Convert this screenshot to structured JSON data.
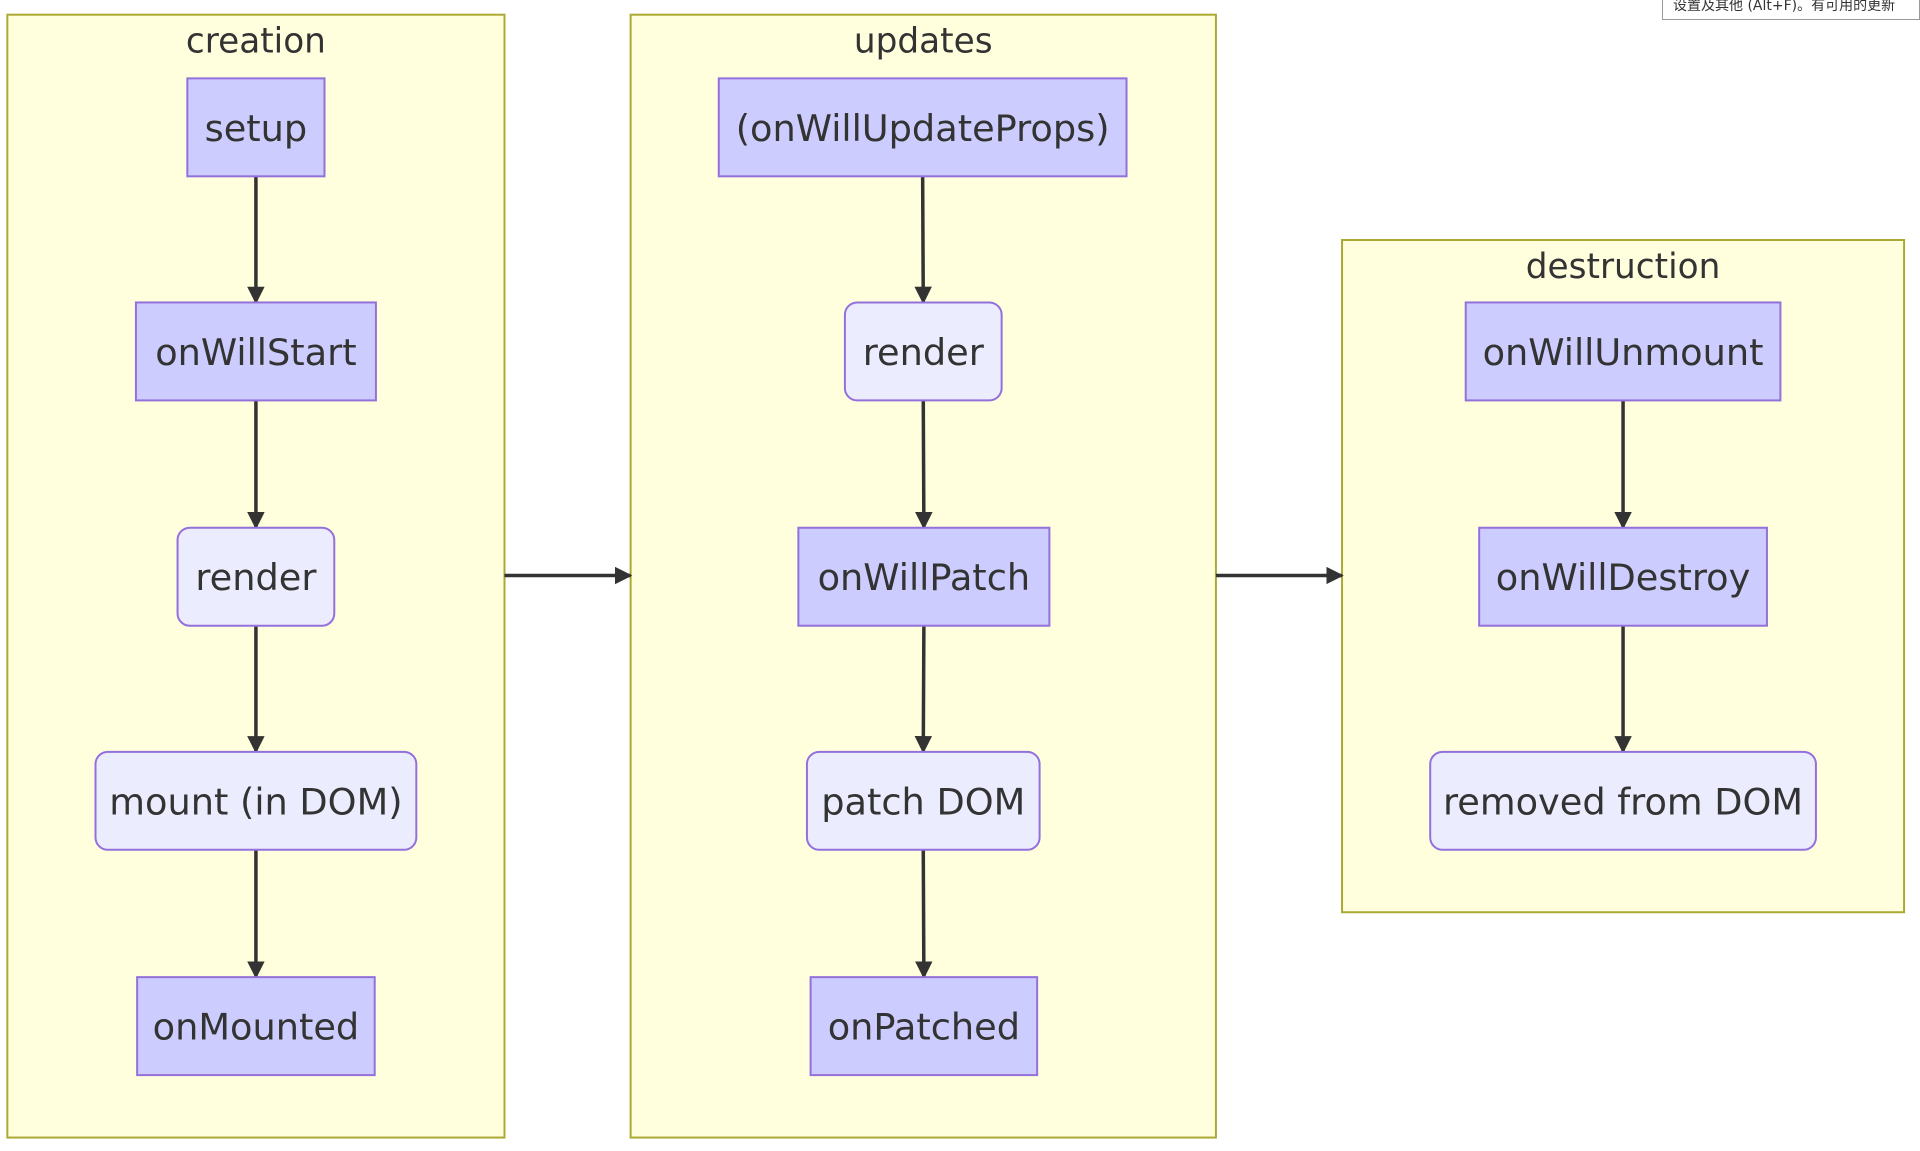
{
  "tooltip": {
    "text": "设置及其他 (Alt+F)。有可用的更新"
  },
  "colors": {
    "cluster_fill": "#ffffde",
    "cluster_stroke": "#aaaa33",
    "hook_fill": "#cccdfe",
    "step_fill": "#ececff",
    "node_stroke": "#9370db",
    "edge": "#333333",
    "text": "#333333"
  },
  "clusters": [
    {
      "id": "creation",
      "title": "creation",
      "nodes": [
        {
          "id": "setup",
          "label": "setup",
          "kind": "hook"
        },
        {
          "id": "c-willstart",
          "label": "onWillStart",
          "kind": "hook"
        },
        {
          "id": "c-render",
          "label": "render",
          "kind": "step"
        },
        {
          "id": "c-mount",
          "label": "mount (in DOM)",
          "kind": "step"
        },
        {
          "id": "c-mounted",
          "label": "onMounted",
          "kind": "hook"
        }
      ]
    },
    {
      "id": "updates",
      "title": "updates",
      "nodes": [
        {
          "id": "u-props",
          "label": "(onWillUpdateProps)",
          "kind": "hook"
        },
        {
          "id": "u-render",
          "label": "render",
          "kind": "step"
        },
        {
          "id": "u-willpatch",
          "label": "onWillPatch",
          "kind": "hook"
        },
        {
          "id": "u-patch",
          "label": "patch DOM",
          "kind": "step"
        },
        {
          "id": "u-patched",
          "label": "onPatched",
          "kind": "hook"
        }
      ]
    },
    {
      "id": "destruction",
      "title": "destruction",
      "nodes": [
        {
          "id": "d-unmount",
          "label": "onWillUnmount",
          "kind": "hook"
        },
        {
          "id": "d-destroy",
          "label": "onWillDestroy",
          "kind": "hook"
        },
        {
          "id": "d-removed",
          "label": "removed from DOM",
          "kind": "step"
        }
      ]
    }
  ],
  "edges": [
    {
      "from": "setup",
      "to": "c-willstart"
    },
    {
      "from": "c-willstart",
      "to": "c-render"
    },
    {
      "from": "c-render",
      "to": "c-mount"
    },
    {
      "from": "c-mount",
      "to": "c-mounted"
    },
    {
      "from": "u-props",
      "to": "u-render"
    },
    {
      "from": "u-render",
      "to": "u-willpatch"
    },
    {
      "from": "u-willpatch",
      "to": "u-patch"
    },
    {
      "from": "u-patch",
      "to": "u-patched"
    },
    {
      "from": "d-unmount",
      "to": "d-destroy"
    },
    {
      "from": "d-destroy",
      "to": "d-removed"
    },
    {
      "from": "creation",
      "to": "updates"
    },
    {
      "from": "updates",
      "to": "destruction"
    }
  ]
}
